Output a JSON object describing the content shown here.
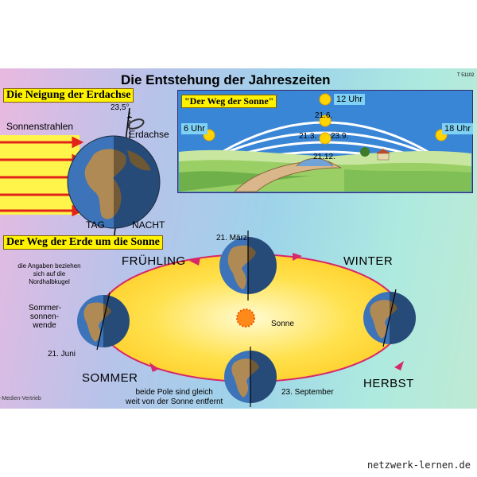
{
  "poster": {
    "title": "Die Entstehung der Jahreszeiten",
    "code": "T 51102",
    "credit": "-Medien-Vertrieb"
  },
  "axis_panel": {
    "title": "Die Neigung der Erdachse",
    "sunrays": "Sonnenstrahlen",
    "angle": "23,5°",
    "axis": "Erdachse",
    "day": "TAG",
    "night": "NACHT"
  },
  "sun_panel": {
    "title": "\"Der Weg der Sonne\"",
    "noon": "12 Uhr",
    "morning": "6 Uhr",
    "evening": "18 Uhr",
    "jun": "21.6.",
    "mar": "21.3.",
    "sep": "23.9.",
    "dec": "21.12."
  },
  "orbit_panel": {
    "title": "Der Weg der Erde um die Sonne",
    "note": [
      "die Angaben beziehen",
      "sich auf die",
      "Nordhalbkugel"
    ],
    "spring": "FRÜHLING",
    "winter": "WINTER",
    "summer": "SOMMER",
    "autumn": "HERBST",
    "march": "21. März",
    "june": "21. Juni",
    "september": "23. September",
    "solstice": [
      "Sommer-",
      "sonnen-",
      "wende"
    ],
    "sun": "Sonne",
    "poles": [
      "beide Pole sind gleich",
      "weit von der Sonne entfernt"
    ]
  },
  "footer": {
    "site": "netzwerk-lernen.de"
  },
  "colors": {
    "label_bg": "#fff200",
    "sky": "#3a86d6",
    "ocean": "#3d73b8",
    "land": "#b08a55",
    "ray": "#e2231a"
  }
}
